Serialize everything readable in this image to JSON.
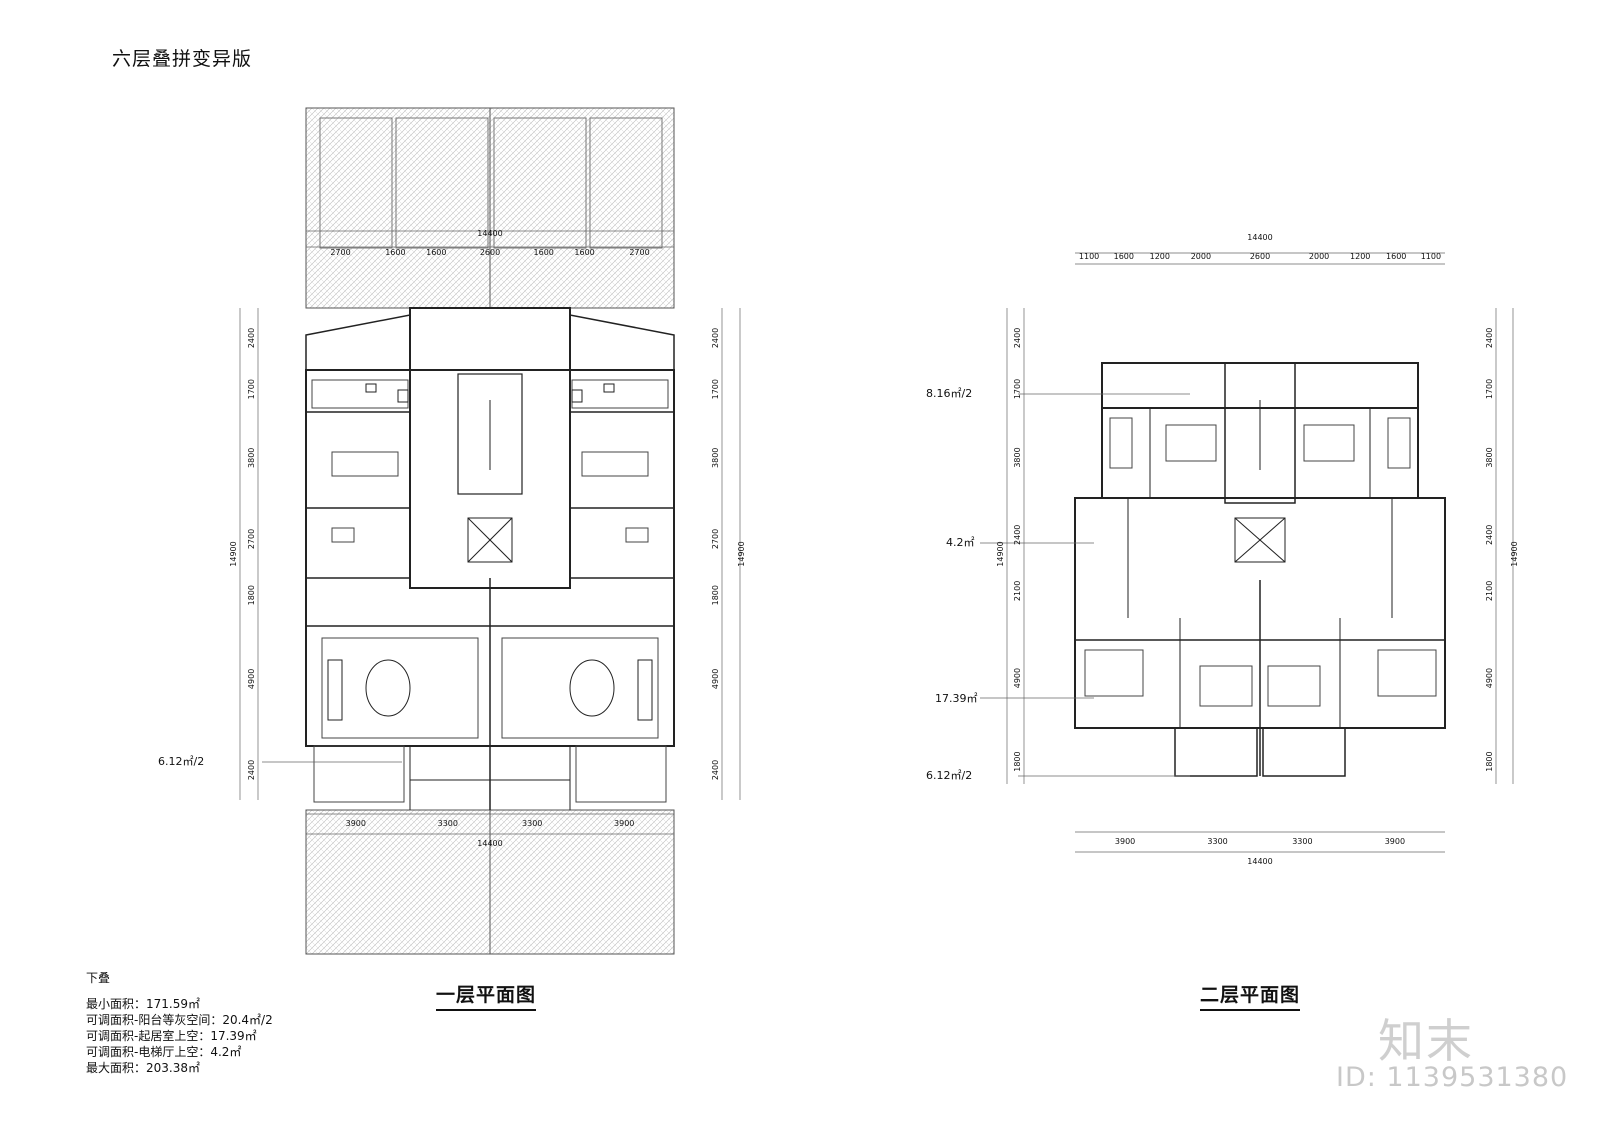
{
  "sheet_title": "六层叠拼变异版",
  "plan1": {
    "caption": "一层平面图",
    "top_total": "14400",
    "top_dims": [
      "2700",
      "1600",
      "1600",
      "2600",
      "1600",
      "1600",
      "2700"
    ],
    "bottom_dims": [
      "3900",
      "3300",
      "3300",
      "3900"
    ],
    "bottom_total": "14400",
    "side_dims": [
      "2400",
      "1700",
      "3800",
      "2700",
      "1800",
      "4900",
      "2400"
    ],
    "side_total": "14900",
    "area_label": "6.12㎡/2"
  },
  "plan2": {
    "caption": "二层平面图",
    "top_total": "14400",
    "top_dims": [
      "1100",
      "1600",
      "1200",
      "2000",
      "2600",
      "2000",
      "1200",
      "1600",
      "1100"
    ],
    "bottom_dims": [
      "3900",
      "3300",
      "3300",
      "3900"
    ],
    "bottom_total": "14400",
    "left_dims": [
      "2400",
      "1700",
      "3800",
      "2400",
      "2100",
      "4900",
      "1800"
    ],
    "right_dims": [
      "2400",
      "1700",
      "3800",
      "2400",
      "2100",
      "4900",
      "1800"
    ],
    "side_total": "14900",
    "area_labels": [
      "8.16㎡/2",
      "4.2㎡",
      "17.39㎡",
      "6.12㎡/2"
    ]
  },
  "notes": {
    "heading": "下叠",
    "lines": [
      "最小面积：171.59㎡",
      "可调面积-阳台等灰空间：20.4㎡/2",
      "可调面积-起居室上空：17.39㎡",
      "可调面积-电梯厅上空：4.2㎡",
      "最大面积：203.38㎡"
    ]
  },
  "brand": "知末",
  "product_id": "ID: 1139531380"
}
